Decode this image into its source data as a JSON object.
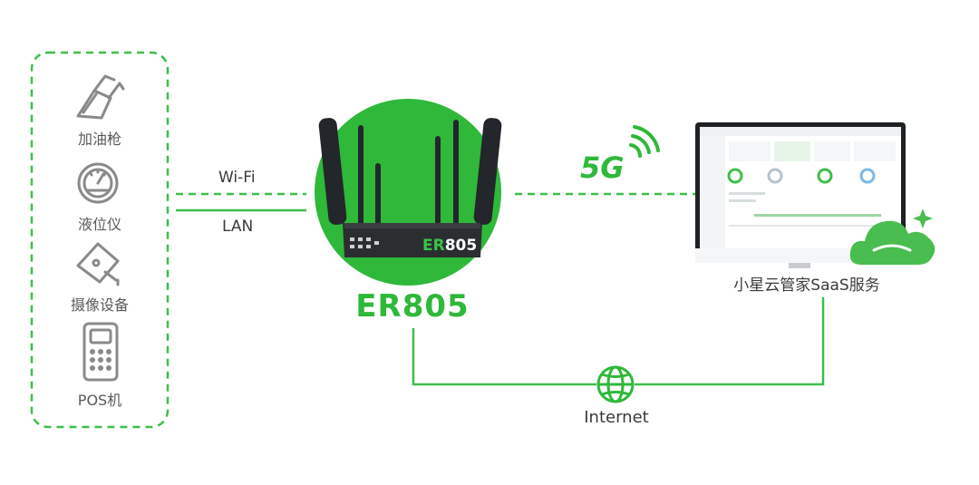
{
  "devices": [
    {
      "label": "加油枪",
      "icon": "fuel-nozzle-icon"
    },
    {
      "label": "液位仪",
      "icon": "gauge-icon"
    },
    {
      "label": "摄像设备",
      "icon": "camera-icon"
    },
    {
      "label": "POS机",
      "icon": "pos-terminal-icon"
    }
  ],
  "connections": {
    "wifi": "Wi-Fi",
    "lan": "LAN"
  },
  "router": {
    "name": "ER805",
    "front_label_prefix": "ER",
    "front_label_suffix": "805"
  },
  "cellular": "5G",
  "cloud_service": "小星云管家SaaS服务",
  "internet": "Internet",
  "colors": {
    "accent_green": "#2fb83a",
    "dashed_green": "#3cbf4a",
    "router_body": "#2b2e31"
  }
}
